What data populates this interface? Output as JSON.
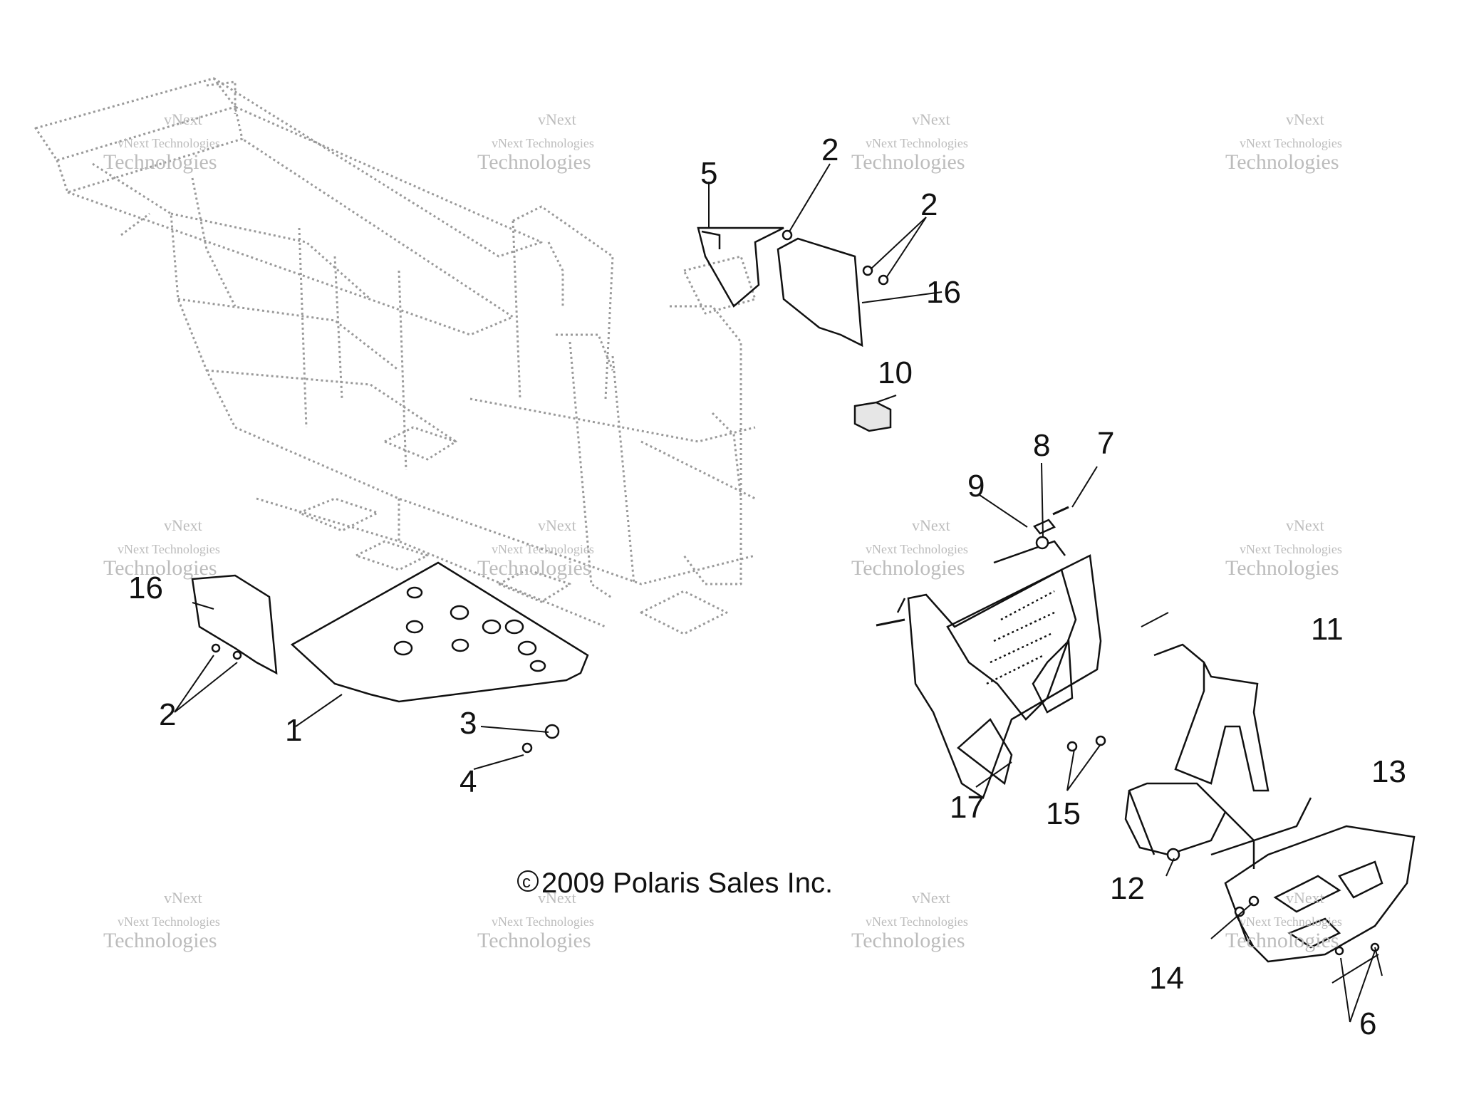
{
  "copyright": "2009 Polaris Sales Inc.",
  "copyright_symbol": "c",
  "watermark": {
    "line1": "vNext",
    "line2": "vNext Technologies",
    "line3": "Technologies"
  },
  "callouts": {
    "c1": "1",
    "c2a": "2",
    "c2b": "2",
    "c2c": "2",
    "c3": "3",
    "c4": "4",
    "c5": "5",
    "c6": "6",
    "c7": "7",
    "c8": "8",
    "c9": "9",
    "c10": "10",
    "c11": "11",
    "c12": "12",
    "c13": "13",
    "c14": "14",
    "c15": "15",
    "c16a": "16",
    "c16b": "16",
    "c17": "17"
  },
  "colors": {
    "line": "#111111",
    "frame": "#9a9a9a",
    "watermark": "#bcbcbc"
  }
}
